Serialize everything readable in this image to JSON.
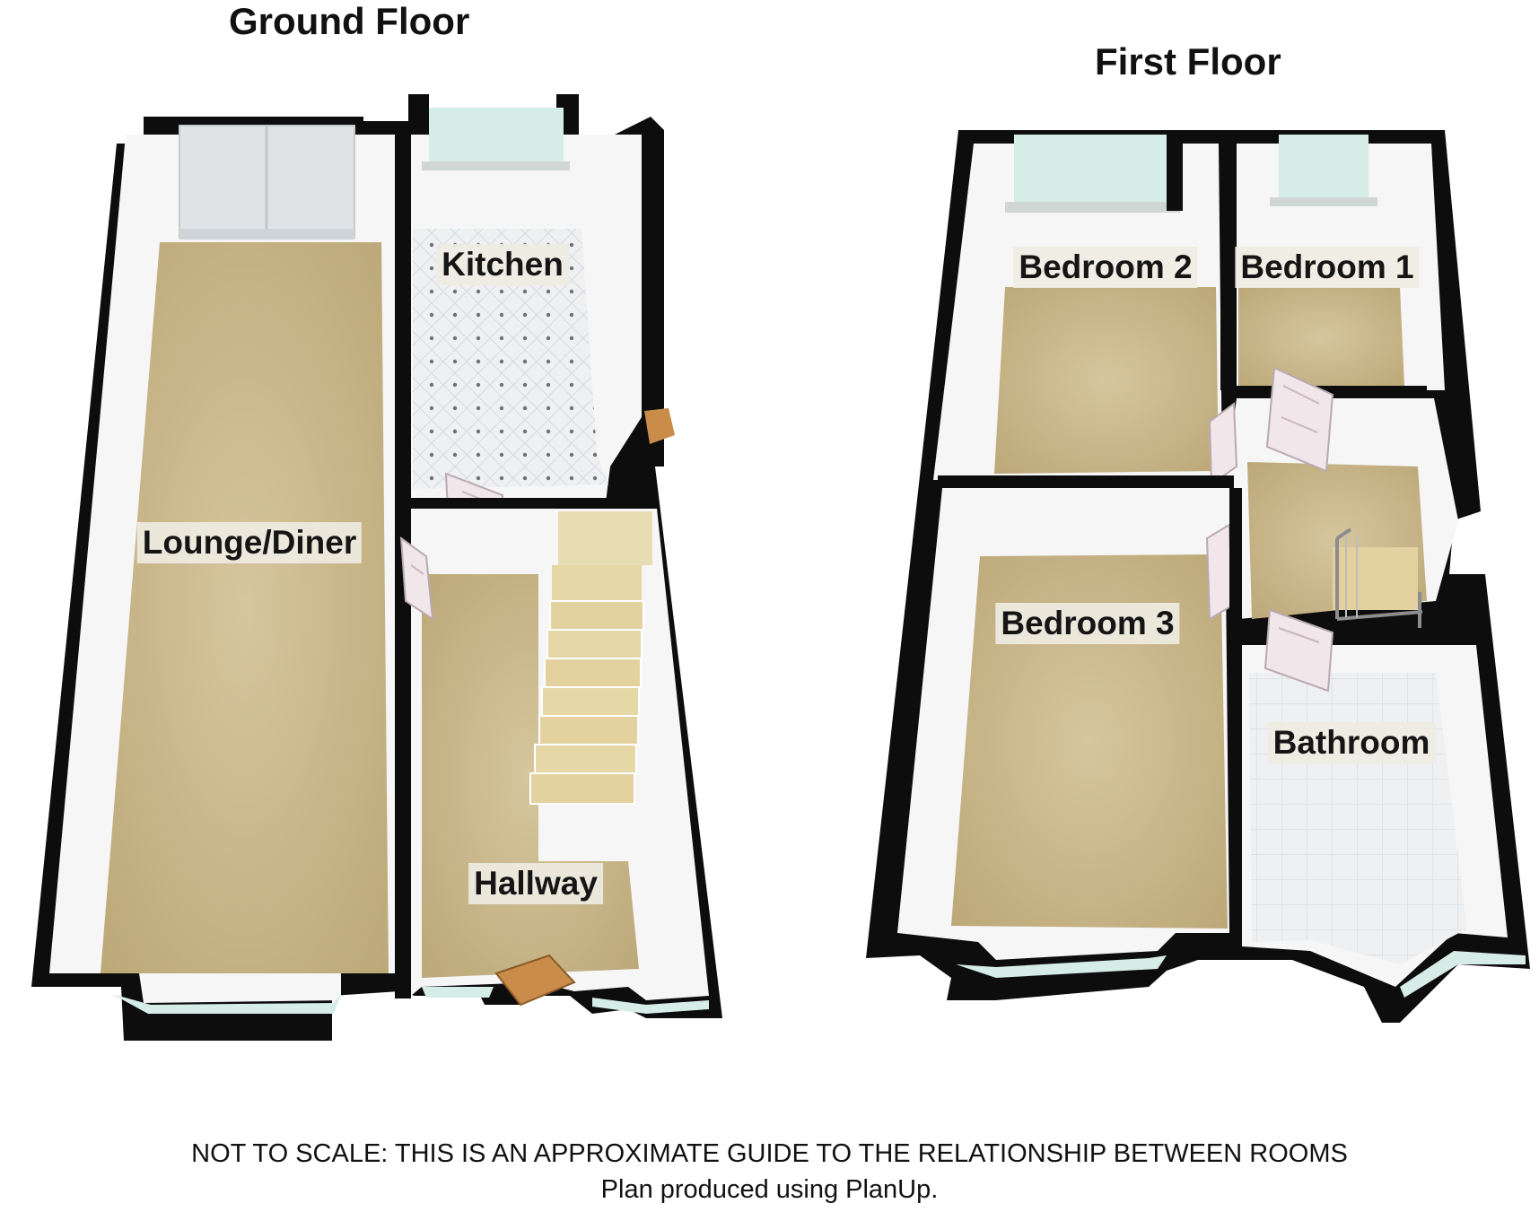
{
  "floors": [
    {
      "title": "Ground Floor",
      "rooms": [
        {
          "label": "Lounge/Diner"
        },
        {
          "label": "Kitchen"
        },
        {
          "label": "Hallway"
        }
      ]
    },
    {
      "title": "First Floor",
      "rooms": [
        {
          "label": "Bedroom 2"
        },
        {
          "label": "Bedroom 1"
        },
        {
          "label": "Bedroom 3"
        },
        {
          "label": "Bathroom"
        }
      ]
    }
  ],
  "footer": {
    "disclaimer": "NOT TO SCALE: THIS IS AN APPROXIMATE GUIDE TO THE RELATIONSHIP BETWEEN ROOMS",
    "credit": "Plan produced using PlanUp."
  },
  "colors": {
    "wall": "#0d0d0d",
    "wall_inner": "#f6f6f6",
    "carpet": "#c8b68c",
    "tile_floor": "#eef0f2",
    "window_glass": "#d6ece6",
    "door": "#f1e6ea",
    "front_door": "#c98c4a",
    "stair": "#e6d7a6"
  }
}
